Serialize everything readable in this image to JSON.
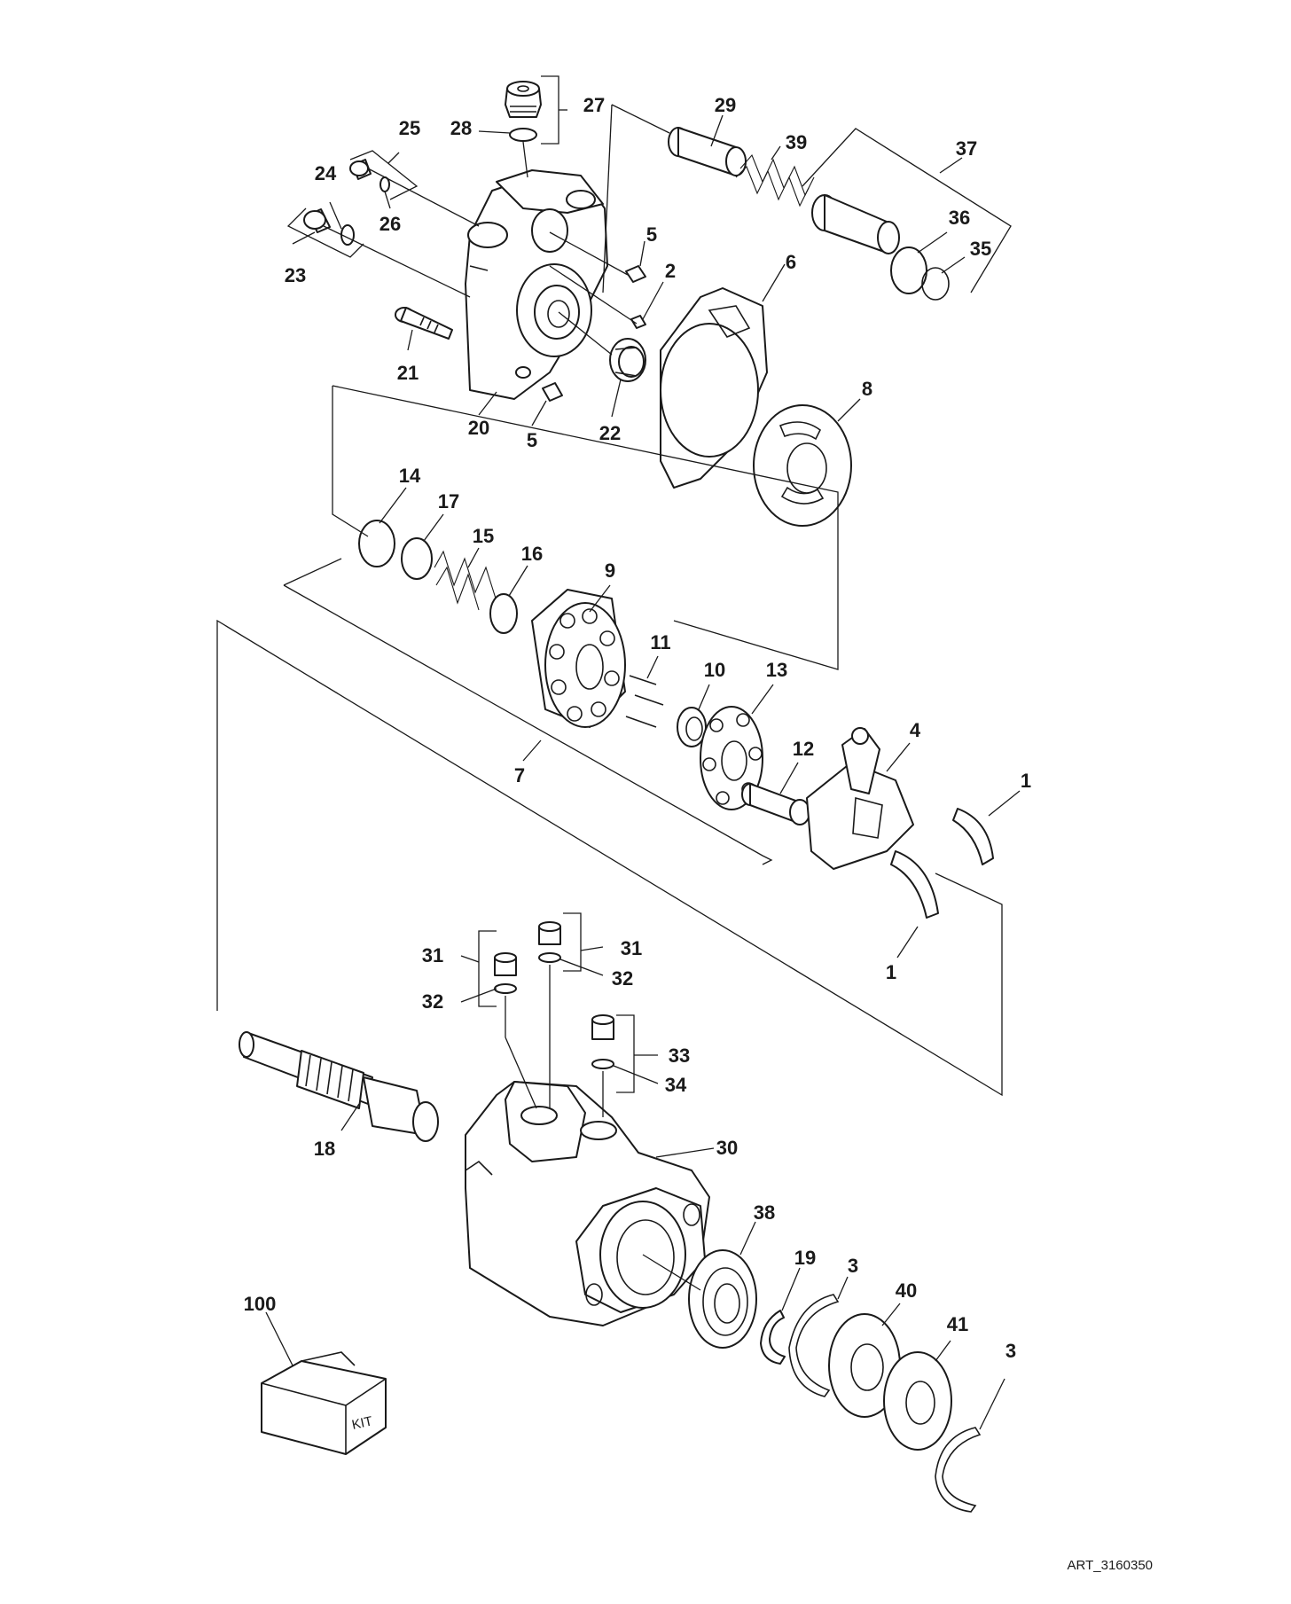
{
  "drawing_id": "ART_3160350",
  "kit_label": "KIT",
  "callouts": {
    "c1a": "1",
    "c1b": "1",
    "c2": "2",
    "c3a": "3",
    "c3b": "3",
    "c4": "4",
    "c5a": "5",
    "c5b": "5",
    "c6": "6",
    "c7": "7",
    "c8": "8",
    "c9": "9",
    "c10": "10",
    "c11": "11",
    "c12": "12",
    "c13": "13",
    "c14": "14",
    "c15": "15",
    "c16": "16",
    "c17": "17",
    "c18": "18",
    "c19": "19",
    "c20": "20",
    "c21": "21",
    "c22": "22",
    "c23": "23",
    "c24": "24",
    "c25": "25",
    "c26": "26",
    "c27": "27",
    "c28": "28",
    "c29": "29",
    "c30": "30",
    "c31a": "31",
    "c31b": "31",
    "c32a": "32",
    "c32b": "32",
    "c33": "33",
    "c34": "34",
    "c35": "35",
    "c36": "36",
    "c37": "37",
    "c38": "38",
    "c39": "39",
    "c40": "40",
    "c41": "41",
    "c100": "100"
  }
}
